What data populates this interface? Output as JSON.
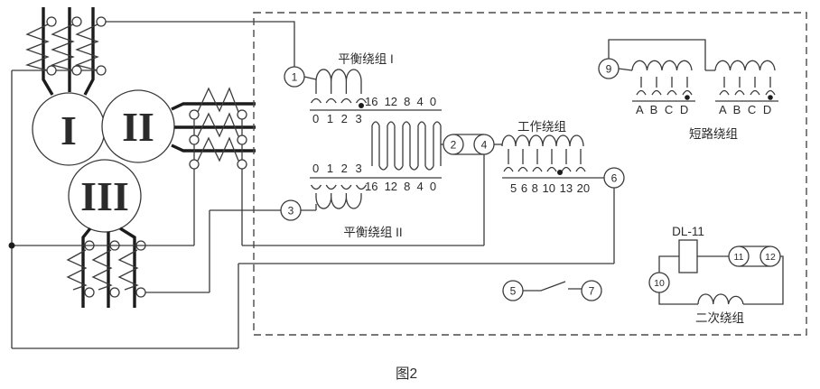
{
  "caption": "图2",
  "transformer": {
    "winding1": "I",
    "winding2": "II",
    "winding3": "III"
  },
  "relay": {
    "balance_winding_1_label": "平衡绕组 I",
    "balance_winding_2_label": "平衡绕组 II",
    "work_winding_label": "工作绕组",
    "short_circuit_winding_label": "短路绕组",
    "secondary_winding_label": "二次绕组",
    "relay_model": "DL-11",
    "upper_tap_row_left": "0 1 2 3",
    "upper_tap_row_right": "16 12 8 4 0",
    "lower_tap_row_left": "0 1 2 3",
    "lower_tap_row_right": "16 12 8 4 0",
    "work_winding_taps": "5 6 8 10 13 20",
    "short_circuit_taps_left": "A B C D",
    "short_circuit_taps_right": "A B C D"
  },
  "terminals": {
    "t1": "1",
    "t2": "2",
    "t3": "3",
    "t4": "4",
    "t5": "5",
    "t6": "6",
    "t7": "7",
    "t9": "9",
    "t10": "10",
    "t11": "11",
    "t12": "12"
  }
}
